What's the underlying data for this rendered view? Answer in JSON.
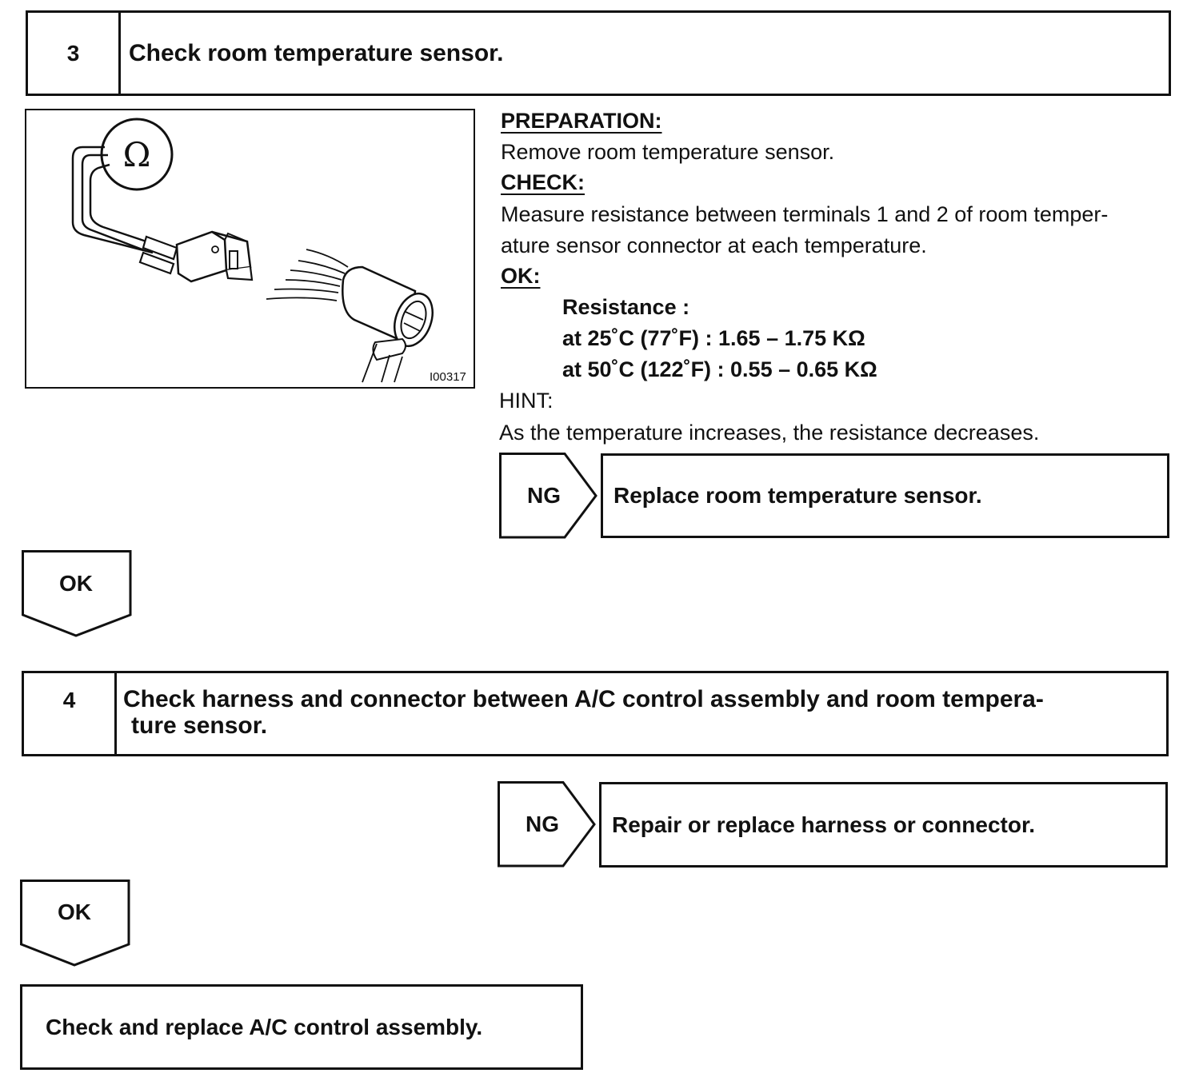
{
  "step3": {
    "number": "3",
    "title": "Check room temperature sensor."
  },
  "illustration": {
    "ohm_symbol": "Ω",
    "figure_code": "I00317"
  },
  "procedure": {
    "preparation_heading": "PREPARATION:",
    "preparation_text": "Remove room temperature sensor.",
    "check_heading": "CHECK:",
    "check_line1": "Measure resistance between terminals 1 and 2 of room temper-",
    "check_line2": "ature sensor connector at each temperature.",
    "ok_heading": "OK:",
    "spec_heading": "Resistance :",
    "spec_line1": "at 25˚C (77˚F) : 1.65 – 1.75 KΩ",
    "spec_line2": "at 50˚C (122˚F) : 0.55 – 0.65 KΩ",
    "hint_heading": "HINT:",
    "hint_text": "As the temperature increases, the resistance decreases."
  },
  "ng1": {
    "label": "NG",
    "action": "Replace room temperature sensor."
  },
  "ok1": {
    "label": "OK"
  },
  "step4": {
    "number": "4",
    "title_line1": "Check harness and connector between A/C control assembly and room tempera-",
    "title_line2": "ture sensor."
  },
  "ng2": {
    "label": "NG",
    "action": "Repair or replace harness or connector."
  },
  "ok2": {
    "label": "OK"
  },
  "final": {
    "action": "Check and replace A/C control assembly."
  }
}
